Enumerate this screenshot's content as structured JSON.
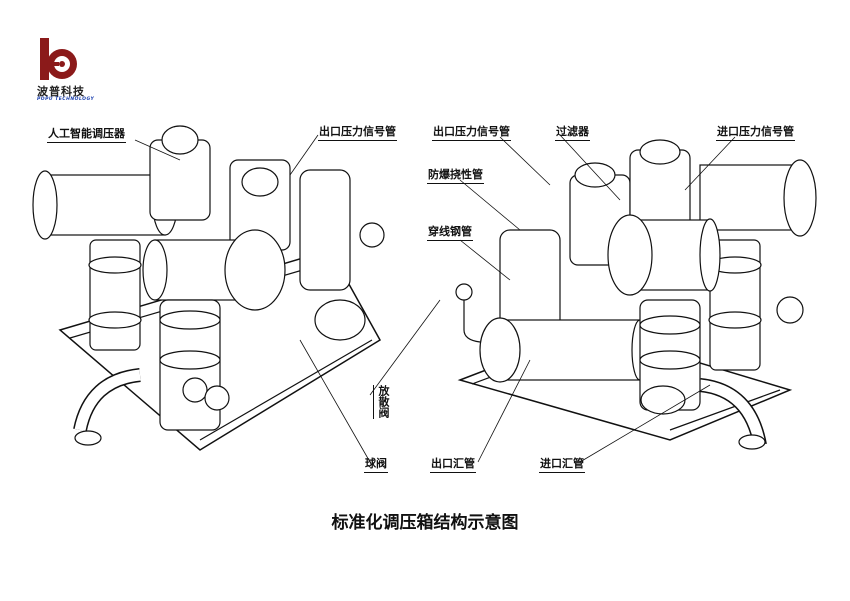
{
  "logo": {
    "name": "波普科技",
    "subtitle": "POPU TECHNOLOGY",
    "color": "#8b1a1a"
  },
  "labels": {
    "regulator": "人工智能调压器",
    "outlet_signal_left": "出口压力信号管",
    "outlet_signal_right": "出口压力信号管",
    "filter": "过滤器",
    "inlet_signal": "进口压力信号管",
    "flex_pipe": "防爆挠性管",
    "conduit": "穿线钢管",
    "vent_valve": "放散阀",
    "ball_valve": "球阀",
    "outlet_manifold": "出口汇管",
    "inlet_manifold": "进口汇管"
  },
  "title": "标准化调压箱结构示意图"
}
